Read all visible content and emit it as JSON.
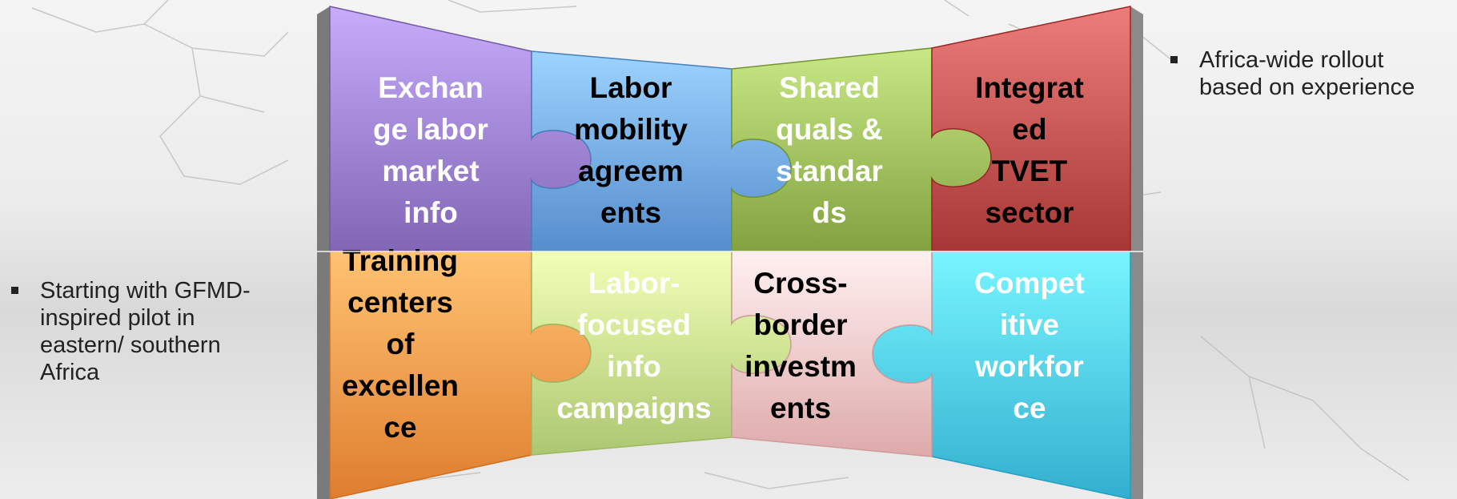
{
  "notes": {
    "left": "Starting with GFMD-inspired pilot in eastern/ southern Africa",
    "right": "Africa-wide rollout based on experience"
  },
  "pieces": [
    {
      "id": "exchange-labor-market-info",
      "color": "#9b7fcf",
      "text_color": "#ffffff",
      "lines": [
        "Exchan",
        "ge labor",
        "market",
        "info"
      ]
    },
    {
      "id": "labor-mobility-agreements",
      "color": "#6fa6e6",
      "text_color": "#000000",
      "lines": [
        "Labor",
        "mobility",
        "agreem",
        "ents"
      ]
    },
    {
      "id": "shared-quals-standards",
      "color": "#9bbb59",
      "text_color": "#ffffff",
      "lines": [
        "Shared",
        "quals &",
        "standar",
        "ds"
      ]
    },
    {
      "id": "integrated-tvet-sector",
      "color": "#c0504d",
      "text_color": "#000000",
      "lines": [
        "Integrat",
        "ed",
        "TVET",
        "sector"
      ]
    },
    {
      "id": "training-centers-of-excellence",
      "color": "#f79646",
      "text_color": "#000000",
      "lines": [
        "Training",
        "centers",
        "of",
        "excellen",
        "ce"
      ]
    },
    {
      "id": "labor-focused-info-campaigns",
      "color": "#c5e08a",
      "text_color": "#ffffff",
      "lines": [
        "Labor-",
        "focused",
        "info",
        "campaigns"
      ]
    },
    {
      "id": "cross-border-investments",
      "color": "#f7c3c3",
      "text_color": "#000000",
      "lines": [
        "Cross-",
        "border",
        "investm",
        "ents"
      ]
    },
    {
      "id": "competitive-workforce",
      "color": "#4bc8e8",
      "text_color": "#ffffff",
      "lines": [
        "Compet",
        "itive",
        "workfor",
        "ce"
      ]
    }
  ]
}
